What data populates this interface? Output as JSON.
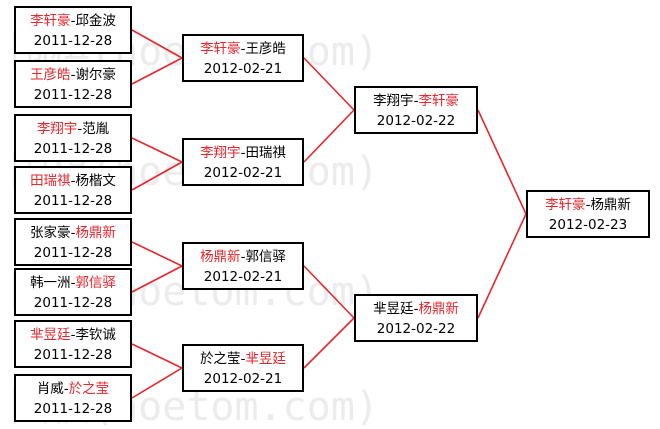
{
  "rounds": [
    [
      {
        "a": "李轩豪",
        "b": "邱金波",
        "winner": "a",
        "date": "2011-12-28"
      },
      {
        "a": "王彦皓",
        "b": "谢尔豪",
        "winner": "a",
        "date": "2011-12-28"
      },
      {
        "a": "李翔宇",
        "b": "范胤",
        "winner": "a",
        "date": "2011-12-28"
      },
      {
        "a": "田瑞祺",
        "b": "杨楷文",
        "winner": "a",
        "date": "2011-12-28"
      },
      {
        "a": "张家豪",
        "b": "杨鼎新",
        "winner": "b",
        "date": "2011-12-28"
      },
      {
        "a": "韩一洲",
        "b": "郭信驿",
        "winner": "b",
        "date": "2011-12-28"
      },
      {
        "a": "芈昱廷",
        "b": "李钦诚",
        "winner": "a",
        "date": "2011-12-28"
      },
      {
        "a": "肖威",
        "b": "於之莹",
        "winner": "b",
        "date": "2011-12-28"
      }
    ],
    [
      {
        "a": "李轩豪",
        "b": "王彦皓",
        "winner": "a",
        "date": "2012-02-21"
      },
      {
        "a": "李翔宇",
        "b": "田瑞祺",
        "winner": "a",
        "date": "2012-02-21"
      },
      {
        "a": "杨鼎新",
        "b": "郭信驿",
        "winner": "a",
        "date": "2012-02-21"
      },
      {
        "a": "於之莹",
        "b": "芈昱廷",
        "winner": "b",
        "date": "2012-02-21"
      }
    ],
    [
      {
        "a": "李翔宇",
        "b": "李轩豪",
        "winner": "b",
        "date": "2012-02-22"
      },
      {
        "a": "芈昱廷",
        "b": "杨鼎新",
        "winner": "b",
        "date": "2012-02-22"
      }
    ],
    [
      {
        "a": "李轩豪",
        "b": "杨鼎新",
        "winner": "a",
        "date": "2012-02-23"
      }
    ]
  ],
  "separator": "-",
  "colors": {
    "winner": "#e8262b",
    "connector": "#e8262b",
    "border": "#000000",
    "watermark": "#ececec"
  }
}
